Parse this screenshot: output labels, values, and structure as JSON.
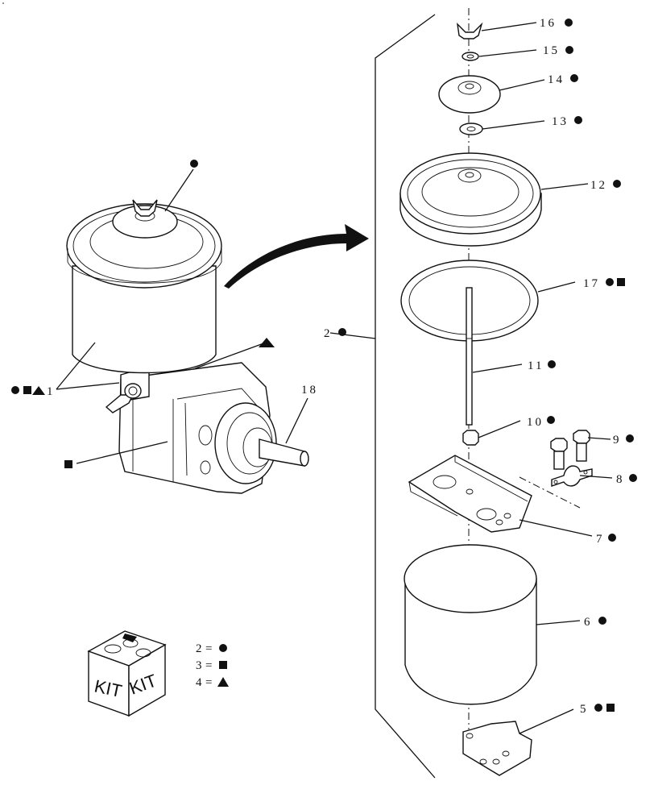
{
  "callouts": {
    "c16": "16",
    "c15": "15",
    "c14": "14",
    "c13": "13",
    "c12": "12",
    "c17": "17",
    "c2": "2",
    "c11": "11",
    "c10": "10",
    "c9": "9",
    "c8": "8",
    "c7": "7",
    "c6": "6",
    "c5": "5",
    "c1": "1",
    "c18": "18"
  },
  "kit": {
    "label_left": "KIT",
    "label_right": "KIT",
    "legend": [
      {
        "num": "2",
        "eq": "=",
        "symbol": "circle"
      },
      {
        "num": "3",
        "eq": "=",
        "symbol": "square"
      },
      {
        "num": "4",
        "eq": "=",
        "symbol": "triangle"
      }
    ]
  },
  "symbols": {
    "circle": "filled-circle",
    "square": "filled-square",
    "triangle": "filled-triangle"
  },
  "colors": {
    "line": "#111111",
    "background": "#ffffff"
  }
}
